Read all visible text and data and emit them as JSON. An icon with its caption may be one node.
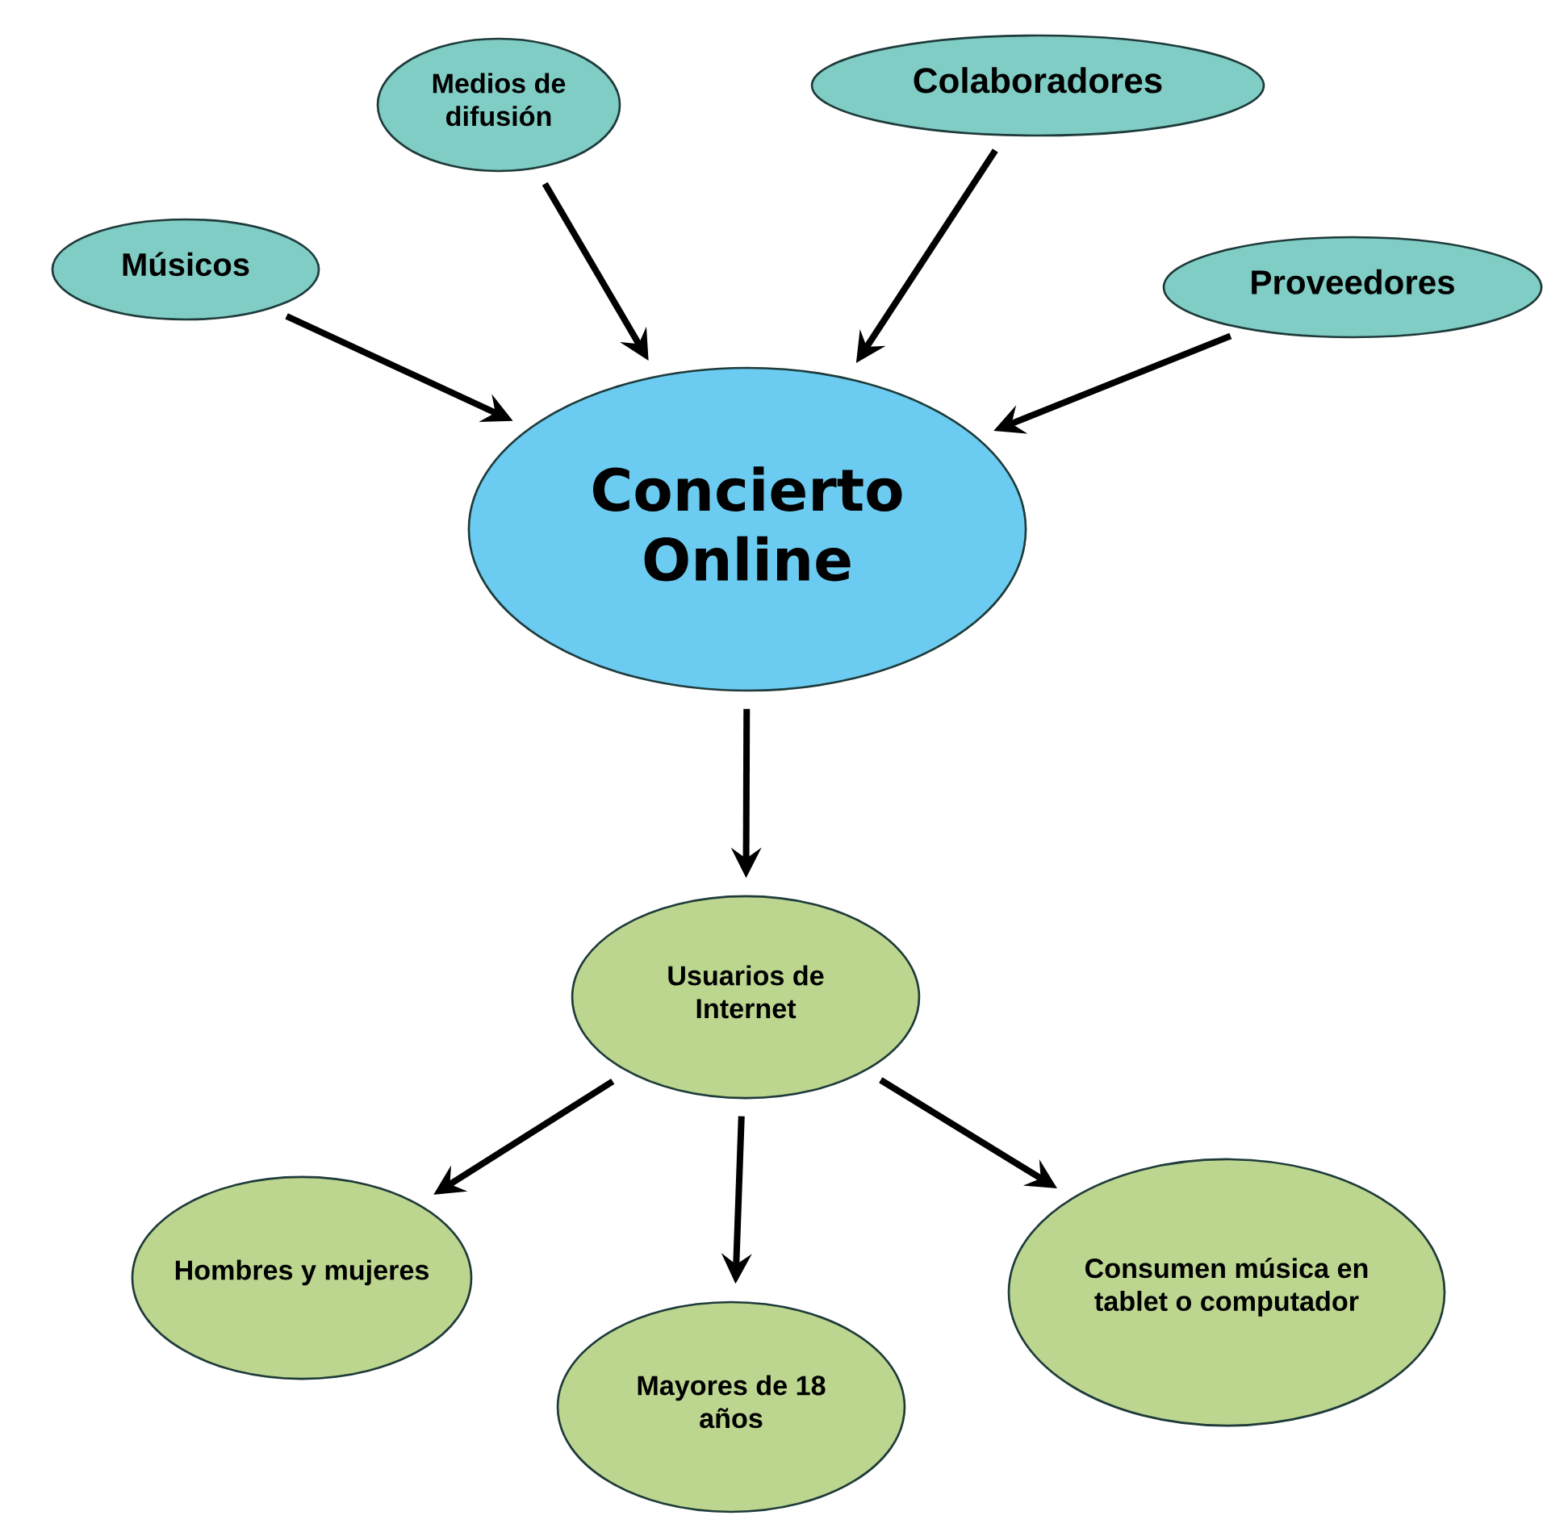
{
  "diagram": {
    "nodes": [
      {
        "text": [
          "Músicos"
        ]
      },
      {
        "text": [
          "Medios de difusión"
        ]
      },
      {
        "text": [
          "Colaboradores"
        ]
      },
      {
        "text": [
          "Proveedores"
        ]
      },
      {
        "text": [
          "Concierto Online"
        ]
      },
      {
        "text": [
          "Usuarios de Internet"
        ]
      },
      {
        "text": [
          "Hombres y mujeres"
        ]
      },
      {
        "text": [
          "Mayores de 18 años"
        ]
      },
      {
        "text": [
          "Consumen música en tablet o computador"
        ]
      }
    ],
    "edges": [
      {
        "from": 0,
        "to": 4,
        "arrow": "to"
      },
      {
        "from": 1,
        "to": 4,
        "arrow": "to"
      },
      {
        "from": 2,
        "to": 4,
        "arrow": "to"
      },
      {
        "from": 3,
        "to": 4,
        "arrow": "to"
      },
      {
        "from": 4,
        "to": 5,
        "arrow": "to"
      },
      {
        "from": 5,
        "to": 6,
        "arrow": "to"
      },
      {
        "from": 5,
        "to": 7,
        "arrow": "to"
      },
      {
        "from": 5,
        "to": 8,
        "arrow": "to"
      }
    ]
  }
}
